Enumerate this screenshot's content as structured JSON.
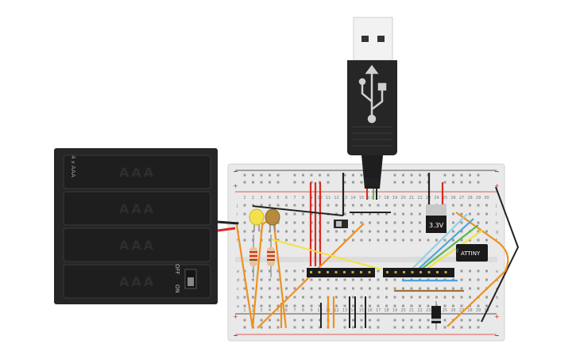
{
  "battery_pack": {
    "label": "4 x AAA",
    "cell_labels": [
      "AAA",
      "AAA",
      "AAA",
      "AAA"
    ],
    "switch_off": "OFF",
    "switch_on": "ON"
  },
  "regulator": {
    "label": "3.3V"
  },
  "microcontroller": {
    "label": "ATTINY"
  },
  "breadboard": {
    "column_numbers": [
      "1",
      "2",
      "3",
      "4",
      "5",
      "6",
      "7",
      "8",
      "9",
      "10",
      "11",
      "12",
      "13",
      "14",
      "15",
      "16",
      "17",
      "18",
      "19",
      "20",
      "21",
      "22",
      "23",
      "24",
      "25",
      "26",
      "27",
      "28",
      "29",
      "30"
    ],
    "row_letters_top": [
      "j",
      "i",
      "h",
      "g",
      "f"
    ],
    "row_letters_bottom": [
      "e",
      "d",
      "c",
      "b",
      "a"
    ],
    "rail_plus": "+",
    "rail_minus": "−"
  },
  "colors": {
    "wire_orange": "#f0901e",
    "wire_red": "#d92a22",
    "wire_black": "#222222",
    "wire_yellow": "#f2e33a",
    "wire_green": "#5fb84a",
    "wire_blue": "#4aa5dd",
    "wire_light_blue": "#8fd0e8",
    "wire_brown": "#a0703a",
    "breadboard": "#e9e9e9",
    "battery_body": "#262626"
  }
}
